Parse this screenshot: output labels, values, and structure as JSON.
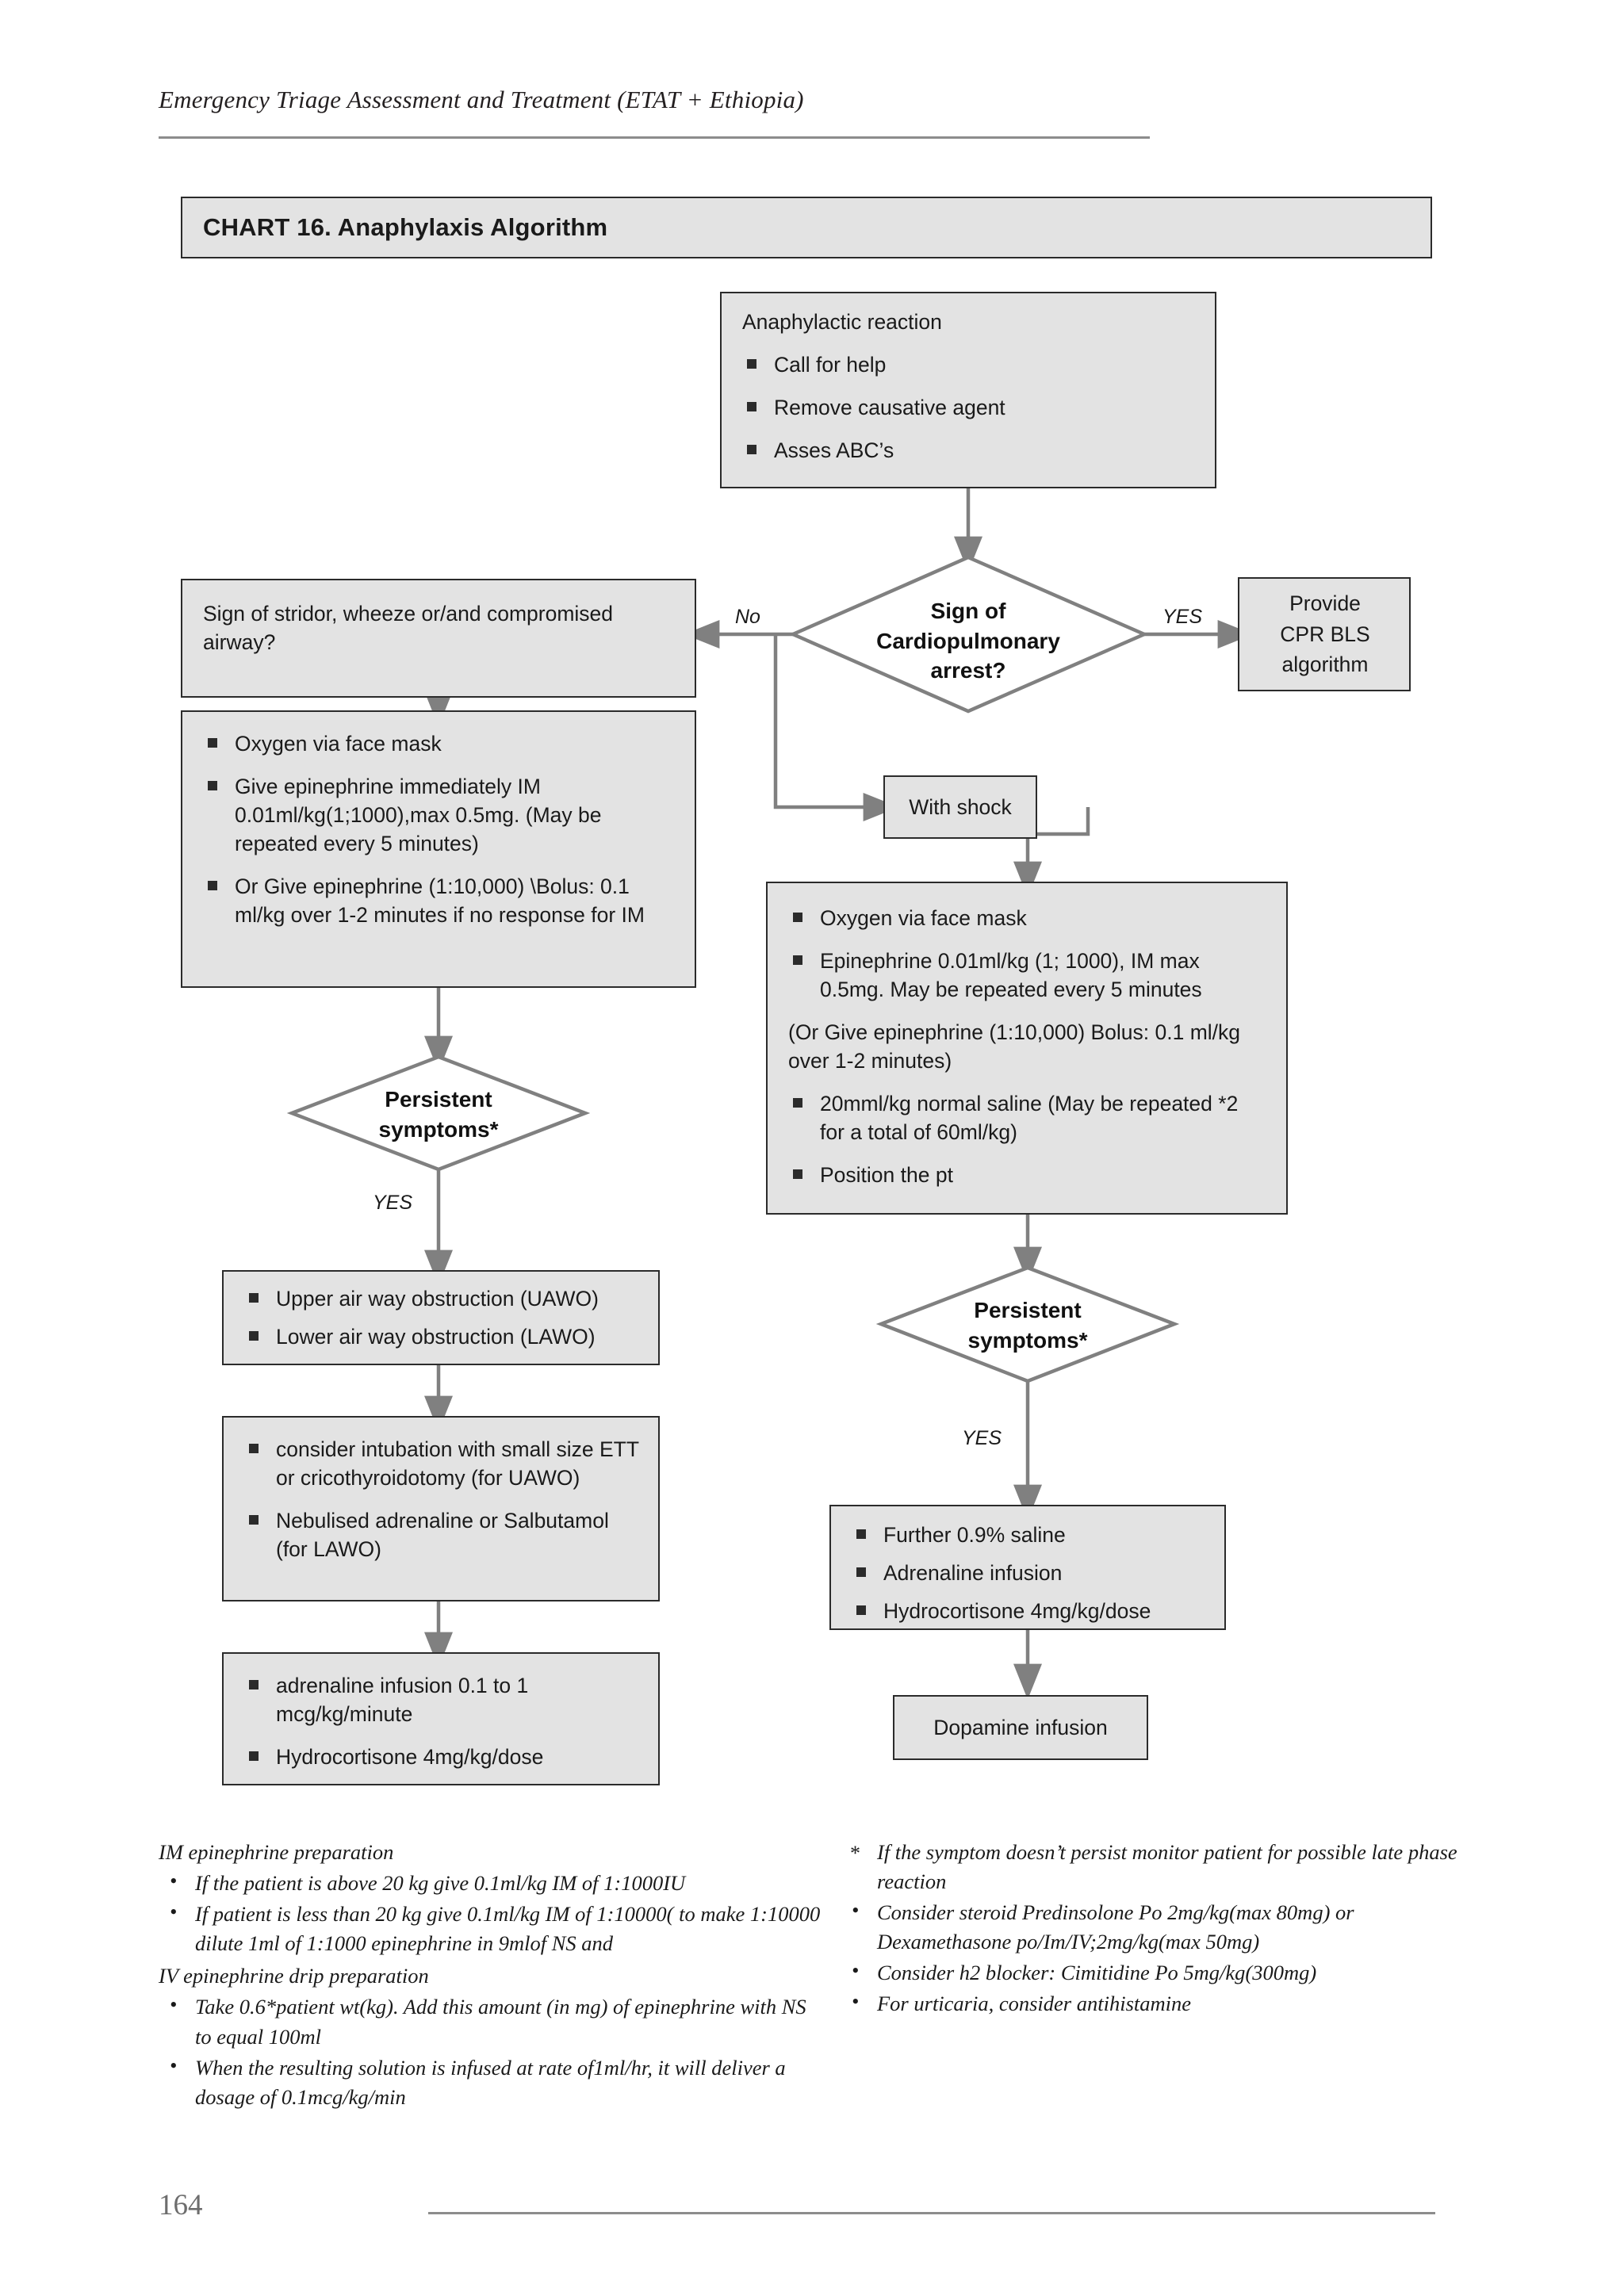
{
  "document": {
    "running_head": "Emergency Triage Assessment and Treatment (ETAT + Ethiopia)",
    "page_number": "164"
  },
  "chart": {
    "title": "CHART 16. Anaphylaxis Algorithm"
  },
  "flow": {
    "start": {
      "heading": "Anaphylactic reaction",
      "items": [
        "Call for help",
        "Remove causative agent",
        "Asses ABC’s"
      ]
    },
    "decision_arrest": {
      "line1": "Sign of",
      "line2": "Cardiopulmonary",
      "line3": "arrest?",
      "label_no": "No",
      "label_yes": "YES"
    },
    "cpr_box": {
      "line1": "Provide",
      "line2": "CPR BLS",
      "line3": "algorithm"
    },
    "airway_question": "Sign of stridor, wheeze or/and compromised airway?",
    "airway_treatment": {
      "items": [
        "Oxygen via face mask",
        "Give epinephrine immediately IM 0.01ml/kg(1;1000),max 0.5mg. (May be repeated every 5 minutes)",
        "Or Give epinephrine (1:10,000) \\Bolus: 0.1 ml/kg over 1-2 minutes if no response for IM"
      ]
    },
    "with_shock": "With shock",
    "shock_treatment": {
      "items": [
        "Oxygen via face mask",
        "Epinephrine 0.01ml/kg (1; 1000), IM max 0.5mg. May be repeated every 5 minutes"
      ],
      "note": "(Or Give epinephrine (1:10,000) Bolus: 0.1 ml/kg over 1-2 minutes)",
      "items_after": [
        "20mml/kg normal saline (May be repeated *2 for a total of 60ml/kg)",
        "Position the pt"
      ]
    },
    "persistent_left": {
      "line1": "Persistent",
      "line2": "symptoms*",
      "label_yes": "YES"
    },
    "persistent_right": {
      "line1": "Persistent",
      "line2": "symptoms*",
      "label_yes": "YES"
    },
    "obstruction": {
      "items": [
        "Upper air way obstruction (UAWO)",
        "Lower air way obstruction (LAWO)"
      ]
    },
    "obstruction_treatment": {
      "items": [
        "consider intubation with small size ETT or cricothyroidotomy (for UAWO)",
        "Nebulised adrenaline or Salbutamol (for LAWO)"
      ]
    },
    "adrenaline_box": {
      "items": [
        "adrenaline infusion 0.1 to 1 mcg/kg/minute",
        "Hydrocortisone 4mg/kg/dose"
      ]
    },
    "further_box": {
      "items": [
        "Further 0.9% saline",
        "Adrenaline infusion",
        "Hydrocortisone 4mg/kg/dose"
      ]
    },
    "dopamine": "Dopamine infusion"
  },
  "notes": {
    "left": {
      "heading1": "IM epinephrine preparation",
      "items1": [
        "If the patient is above 20 kg give 0.1ml/kg IM of 1:1000IU",
        "If patient is less than 20 kg give 0.1ml/kg IM of 1:10000( to make 1:10000 dilute 1ml of 1:1000 epinephrine in 9mlof NS and"
      ],
      "heading2": "IV epinephrine drip preparation",
      "items2": [
        "Take 0.6*patient wt(kg). Add this amount (in mg) of epinephrine with NS to equal 100ml",
        "When the resulting solution is infused at rate of1ml/hr, it will deliver a dosage of 0.1mcg/kg/min"
      ]
    },
    "right": {
      "star_item": "If the symptom doesn’t persist monitor patient for possible late phase reaction",
      "items": [
        "Consider steroid Predinsolone Po 2mg/kg(max 80mg) or Dexamethasone po/Im/IV;2mg/kg(max 50mg)",
        "Consider h2 blocker: Cimitidine Po 5mg/kg(300mg)",
        "For urticaria, consider antihistamine"
      ]
    }
  },
  "colors": {
    "node_fill": "#e3e3e3",
    "node_border": "#2b2b2b",
    "connector": "#808080",
    "rule": "#8c8c8c"
  }
}
